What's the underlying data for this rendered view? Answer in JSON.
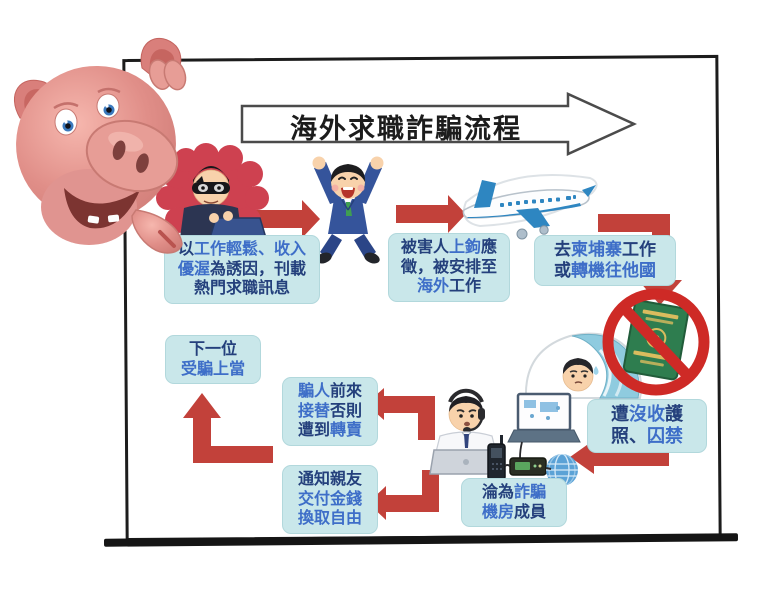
{
  "title": "海外求職詐騙流程",
  "colors": {
    "arrow_red": "#c2413a",
    "box_bg": "#c9e7ea",
    "text_navy": "#24407c",
    "text_blue": "#3e6ec8",
    "frame_black": "#1c1c1c",
    "plane_blue": "#2e86c1",
    "passport_green": "#2e7d4f",
    "ban_red": "#ce2a26",
    "scammer_cloud_red": "#ce4150",
    "suit_blue": "#35549b"
  },
  "icons": {
    "pig": "pig-mascot",
    "scammer": "masked-scammer",
    "victim": "jumping-job-seeker",
    "plane": "airplane",
    "detained": "sleeper-with-banned-passport",
    "operator": "scam-call-operator"
  },
  "steps": {
    "job_ad": {
      "lines": [
        [
          {
            "text": "以",
            "color": "navy"
          },
          {
            "text": "工作輕鬆、收入",
            "color": "blue"
          }
        ],
        [
          {
            "text": "優渥",
            "color": "blue"
          },
          {
            "text": "為誘因，刊載",
            "color": "navy"
          }
        ],
        [
          {
            "text": "熱門求職訊息",
            "color": "navy"
          }
        ]
      ]
    },
    "hooked": {
      "lines": [
        [
          {
            "text": "被害人",
            "color": "navy"
          },
          {
            "text": "上鉤",
            "color": "blue"
          },
          {
            "text": "應",
            "color": "navy"
          }
        ],
        [
          {
            "text": "徵，被安排至",
            "color": "navy"
          }
        ],
        [
          {
            "text": "海外",
            "color": "blue"
          },
          {
            "text": "工作",
            "color": "navy"
          }
        ]
      ]
    },
    "cambodia": {
      "lines": [
        [
          {
            "text": "去",
            "color": "navy"
          },
          {
            "text": "柬埔寨",
            "color": "blue"
          },
          {
            "text": "工作",
            "color": "navy"
          }
        ],
        [
          {
            "text": "或",
            "color": "navy"
          },
          {
            "text": "轉機往他國",
            "color": "blue"
          }
        ]
      ]
    },
    "confiscated": {
      "lines": [
        [
          {
            "text": "遭",
            "color": "navy"
          },
          {
            "text": "沒收",
            "color": "blue"
          },
          {
            "text": "護",
            "color": "navy"
          }
        ],
        [
          {
            "text": "照、",
            "color": "navy"
          },
          {
            "text": "囚禁",
            "color": "blue"
          }
        ]
      ]
    },
    "scam_member": {
      "lines": [
        [
          {
            "text": "淪為",
            "color": "navy"
          },
          {
            "text": "詐騙",
            "color": "blue"
          }
        ],
        [
          {
            "text": "機房",
            "color": "blue"
          },
          {
            "text": "成員",
            "color": "navy"
          }
        ]
      ]
    },
    "replacement": {
      "lines": [
        [
          {
            "text": "騙人",
            "color": "blue"
          },
          {
            "text": "前來",
            "color": "navy"
          }
        ],
        [
          {
            "text": "接替",
            "color": "blue"
          },
          {
            "text": "否則",
            "color": "navy"
          }
        ],
        [
          {
            "text": "遭到",
            "color": "navy"
          },
          {
            "text": "轉賣",
            "color": "blue"
          }
        ]
      ]
    },
    "ransom": {
      "lines": [
        [
          {
            "text": "通知親友",
            "color": "navy"
          }
        ],
        [
          {
            "text": "交付金錢",
            "color": "blue"
          }
        ],
        [
          {
            "text": "換取自由",
            "color": "blue"
          }
        ]
      ]
    },
    "next_victim": {
      "lines": [
        [
          {
            "text": "下一位",
            "color": "navy"
          }
        ],
        [
          {
            "text": "受騙上當",
            "color": "blue"
          }
        ]
      ]
    }
  }
}
